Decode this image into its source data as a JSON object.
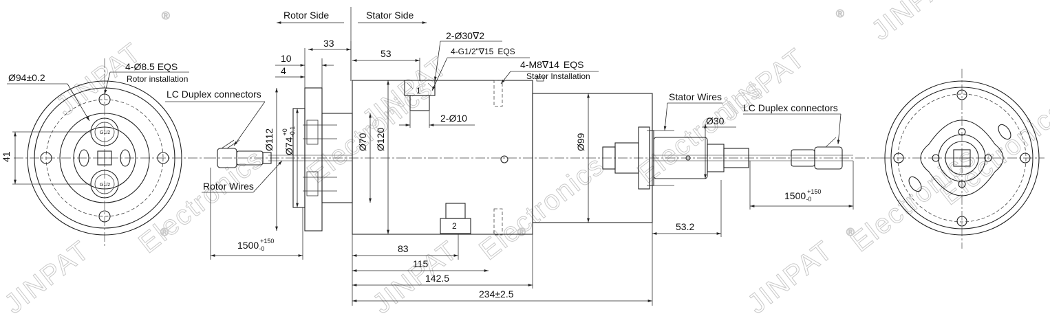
{
  "sides": {
    "rotor": "Rotor Side",
    "stator": "Stator Side"
  },
  "watermark": {
    "brand": "JINPAT",
    "reg": "®",
    "sub": "Electronics"
  },
  "left_view": {
    "pcd": "Ø94±0.2",
    "holes": "4-Ø8.5 EQS",
    "holes_note": "Rotor installation",
    "height": "41",
    "port_label": "G1/2"
  },
  "callouts": {
    "lc_left": "LC Duplex connectors",
    "rotor_wires": "Rotor Wires",
    "stator_wires": "Stator Wires",
    "lc_right": "LC Duplex connectors"
  },
  "dims": {
    "d33": "33",
    "d10": "10",
    "d4": "4",
    "d53": "53",
    "counterbore": "2-Ø30",
    "counterbore_depth": "2",
    "depth_sym": "∇",
    "thread_port": "4-G1/2\"",
    "thread_port_depth": "15",
    "thread_port_eqs": "EQS",
    "m8": "4-M8",
    "m8_depth": "14",
    "m8_eqs": "EQS",
    "stator_install": "Stator Installation",
    "d2_10": "2-Ø10",
    "dia112": "Ø112",
    "dia74": "Ø74",
    "dia74_tol_upper": "+0",
    "dia74_tol_lower": "-0.1",
    "dia70": "Ø70",
    "dia120": "Ø120",
    "dia99": "Ø99",
    "dia30": "Ø30",
    "d53_2": "53.2",
    "d83": "83",
    "d115": "115",
    "d142_5": "142.5",
    "d234": "234±2.5",
    "cable_len_left": "1500",
    "cable_len_right": "1500",
    "cable_tol_upper": "+150",
    "cable_tol_lower": "-0"
  },
  "port_numbers": {
    "p1": "1",
    "p2": "2"
  }
}
